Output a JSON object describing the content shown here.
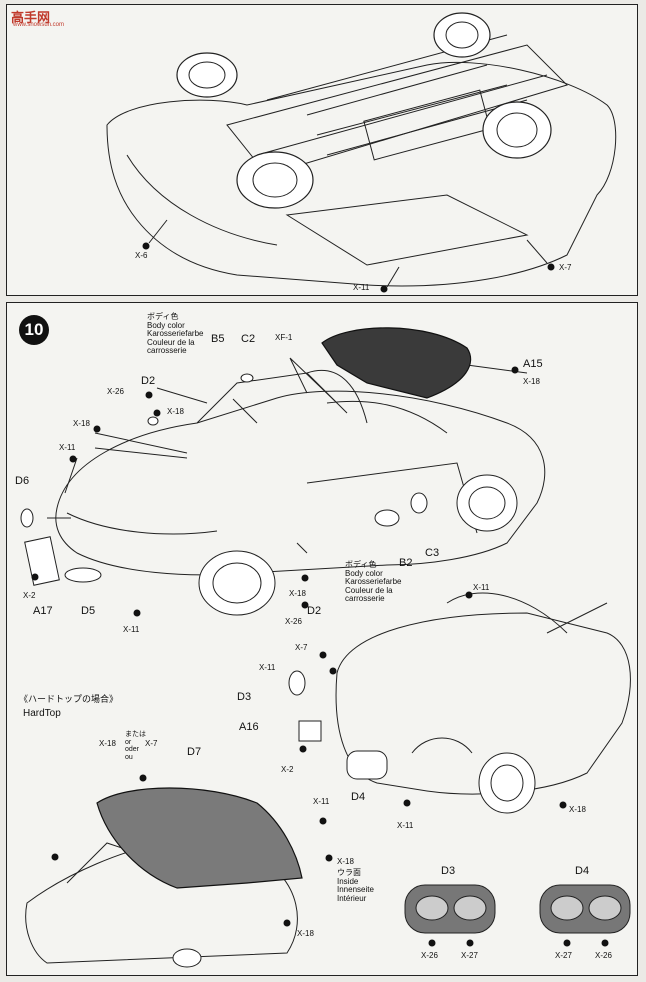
{
  "watermark": {
    "brand": "高手网",
    "url": "www.showsun.com"
  },
  "top_panel": {
    "labels": {
      "x6": "X-6",
      "x7": "X-7",
      "x11": "X-11"
    }
  },
  "step": {
    "number": "10",
    "body_color_a": {
      "jp": "ボディ色",
      "en": "Body color",
      "de": "Karosseriefarbe",
      "fr": "Couleur de la",
      "fr2": "carrosserie"
    },
    "body_color_b": {
      "jp": "ボディ色",
      "en": "Body color",
      "de": "Karosseriefarbe",
      "fr": "Couleur de la",
      "fr2": "carrosserie"
    },
    "parts": {
      "b5": "B5",
      "c2": "C2",
      "d2a": "D2",
      "d2b": "D2",
      "d6": "D6",
      "a17": "A17",
      "d5": "D5",
      "a15": "A15",
      "b2": "B2",
      "c3": "C3",
      "d3": "D3",
      "a16": "A16",
      "d4": "D4",
      "d7": "D7",
      "d3_detail": "D3",
      "d4_detail": "D4"
    },
    "paints": {
      "xf1": "XF-1",
      "x26a": "X-26",
      "x18a": "X-18",
      "x18b": "X-18",
      "x11a": "X-11",
      "x2a": "X-2",
      "x11b": "X-11",
      "x18c": "X-18",
      "x26b": "X-26",
      "x18d": "X-18",
      "x11c": "X-11",
      "x7a": "X-7",
      "x11d": "X-11",
      "x2b": "X-2",
      "x11e": "X-11",
      "x18e": "X-18",
      "x18f": "X-18",
      "x7b": "X-7",
      "x11f": "X-11",
      "x18g": "X-18",
      "x18h": "X-18",
      "x26c": "X-26",
      "x27a": "X-27",
      "x27b": "X-27",
      "x26d": "X-26"
    },
    "hardtop": {
      "jp": "《ハードトップの場合》",
      "en": "HardTop"
    },
    "or_note": {
      "jp": "または",
      "en": "or",
      "de": "oder",
      "fr": "ou"
    },
    "inside_note": {
      "jp": "ウラ面",
      "en": "Inside",
      "de": "Innenseite",
      "fr": "Intérieur"
    }
  }
}
